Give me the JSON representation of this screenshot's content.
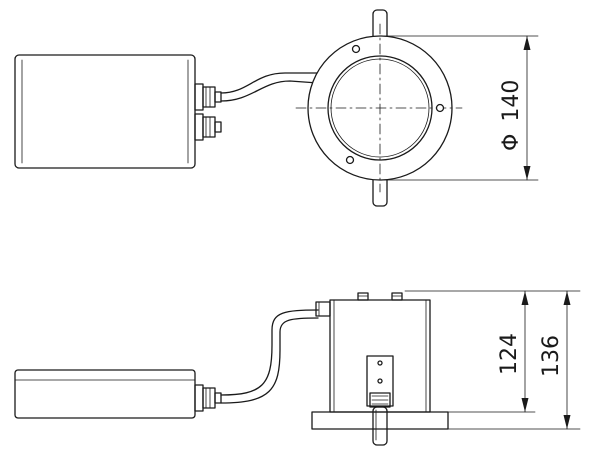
{
  "dimensions": {
    "diameter_symbol": "Φ",
    "diameter_value": "140",
    "inner_height": "124",
    "outer_height": "136"
  }
}
